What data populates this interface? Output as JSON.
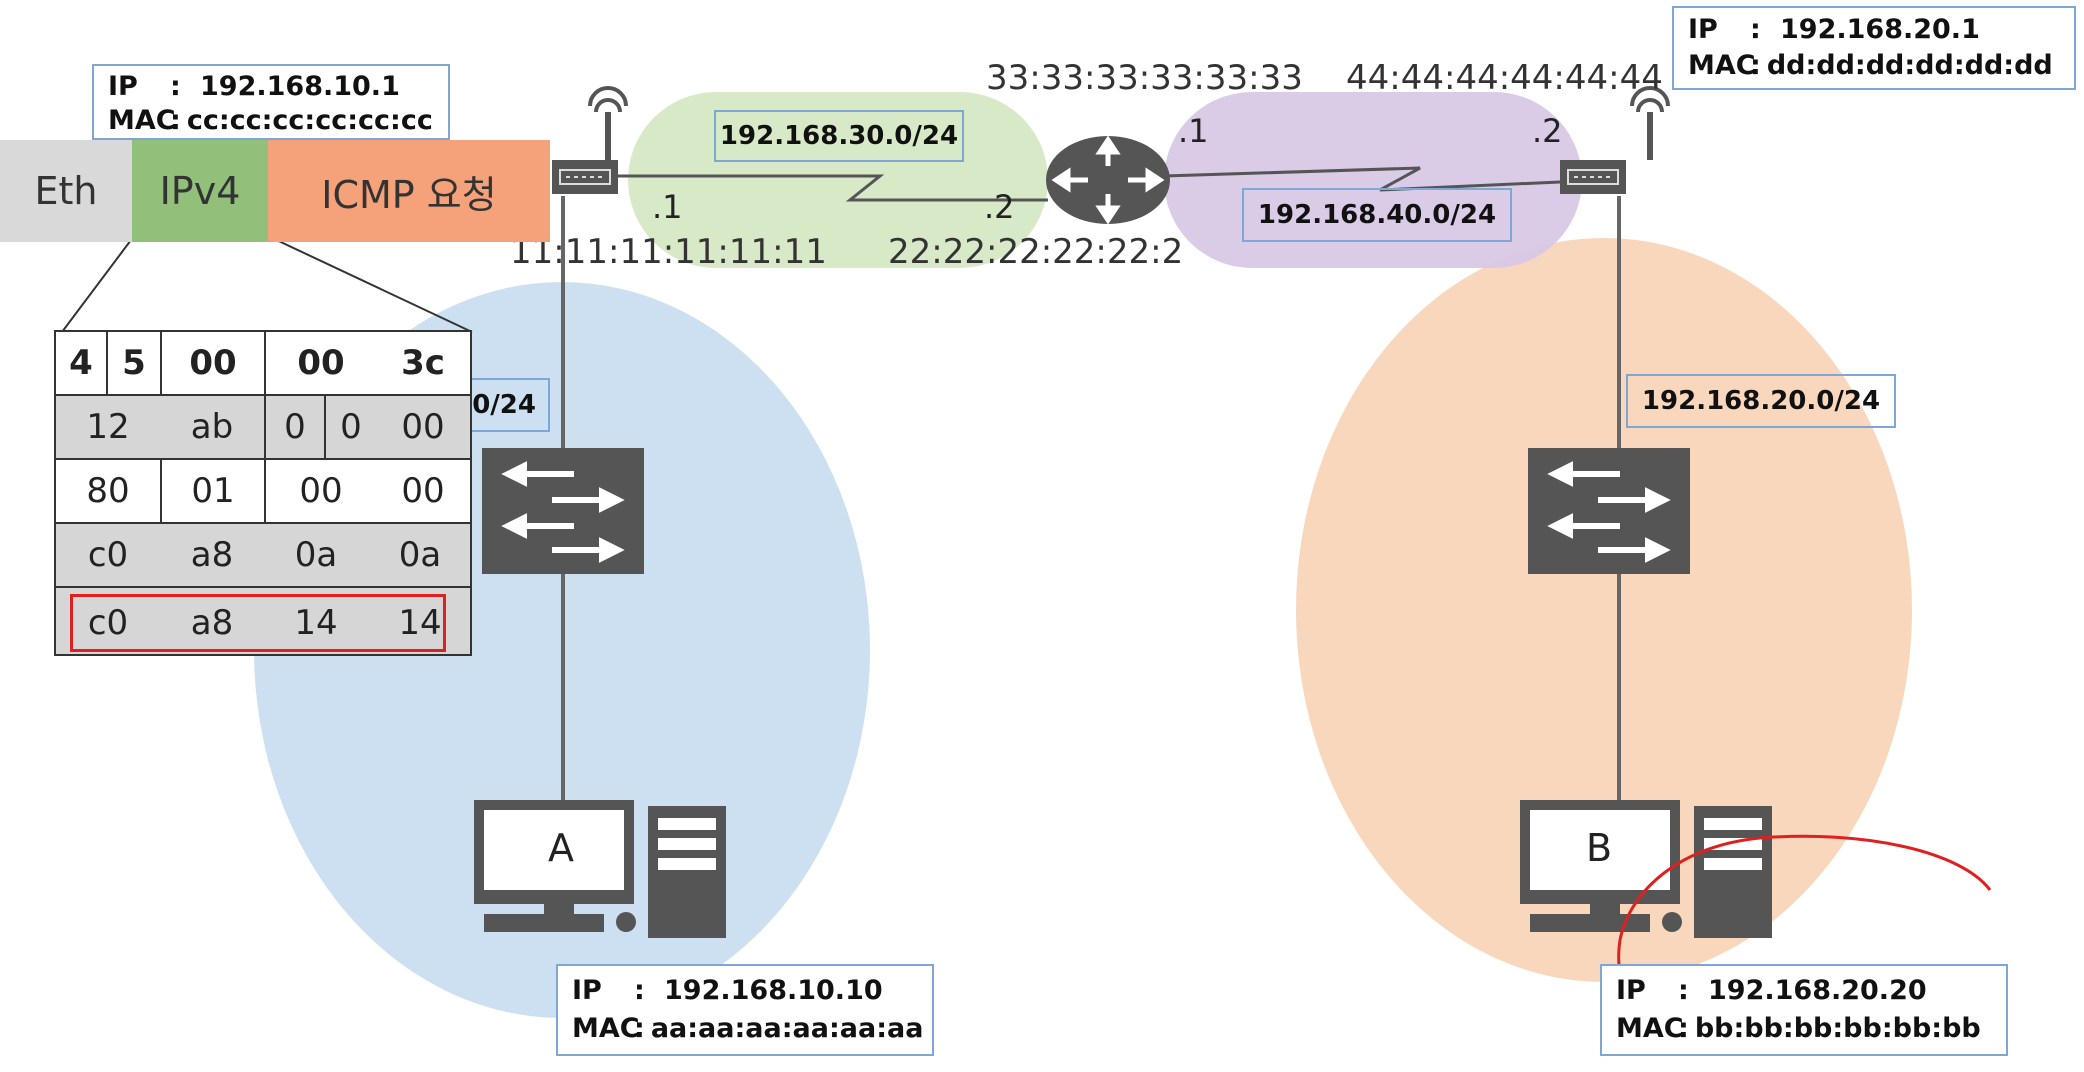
{
  "router_left_ip_box": {
    "ip_key": "IP",
    "sep": ":",
    "ip": "192.168.10.1",
    "mac_key": "MAC",
    "mac": "cc:cc:cc:cc:cc:cc"
  },
  "router_right_ip_box": {
    "ip_key": "IP",
    "sep": ":",
    "ip": "192.168.20.1",
    "mac_key": "MAC",
    "mac": "dd:dd:dd:dd:dd:dd"
  },
  "host_a_box": {
    "ip_key": "IP",
    "sep": ":",
    "ip": "192.168.10.10",
    "mac_key": "MAC",
    "mac": "aa:aa:aa:aa:aa:aa"
  },
  "host_b_box": {
    "ip_key": "IP",
    "sep": ":",
    "ip": "192.168.20.20",
    "mac_key": "MAC",
    "mac": "bb:bb:bb:bb:bb:bb"
  },
  "subnets": {
    "link_left": "192.168.30.0/24",
    "link_right": "192.168.40.0/24",
    "lan_left_partial": "0/24",
    "lan_right": "192.168.20.0/24"
  },
  "macs": {
    "r1_wan": "11:11:11:11:11:11",
    "r2_left": "22:22:22:22:22:2",
    "r2_right": "33:33:33:33:33:33",
    "r3_left": "44:44:44:44:44:44"
  },
  "ports": {
    "r1_wan": ".1",
    "r2_left": ".2",
    "r2_right": ".1",
    "r3_left": ".2"
  },
  "packet": {
    "eth": "Eth",
    "ipv4": "IPv4",
    "icmp": "ICMP 요청"
  },
  "ip_header": {
    "row1": [
      "4",
      "5",
      "00",
      "00",
      "3c"
    ],
    "row2": [
      "12",
      "ab",
      "0",
      "0",
      "00"
    ],
    "row3": [
      "80",
      "01",
      "00",
      "00"
    ],
    "row4": [
      "c0",
      "a8",
      "0a",
      "0a"
    ],
    "row5": [
      "c0",
      "a8",
      "14",
      "14"
    ]
  },
  "hosts": {
    "a": "A",
    "b": "B"
  },
  "colors": {
    "lan_left": "#cde0f1",
    "lan_right": "#f8d7bd",
    "link_left": "#d6e8c4",
    "link_right": "#d8c8e6",
    "box_border": "#7ea7d6",
    "eth": "#d9d9d9",
    "ipv4": "#92c07a",
    "icmp": "#f5a27a",
    "highlight": "#e02020",
    "device": "#555555"
  }
}
